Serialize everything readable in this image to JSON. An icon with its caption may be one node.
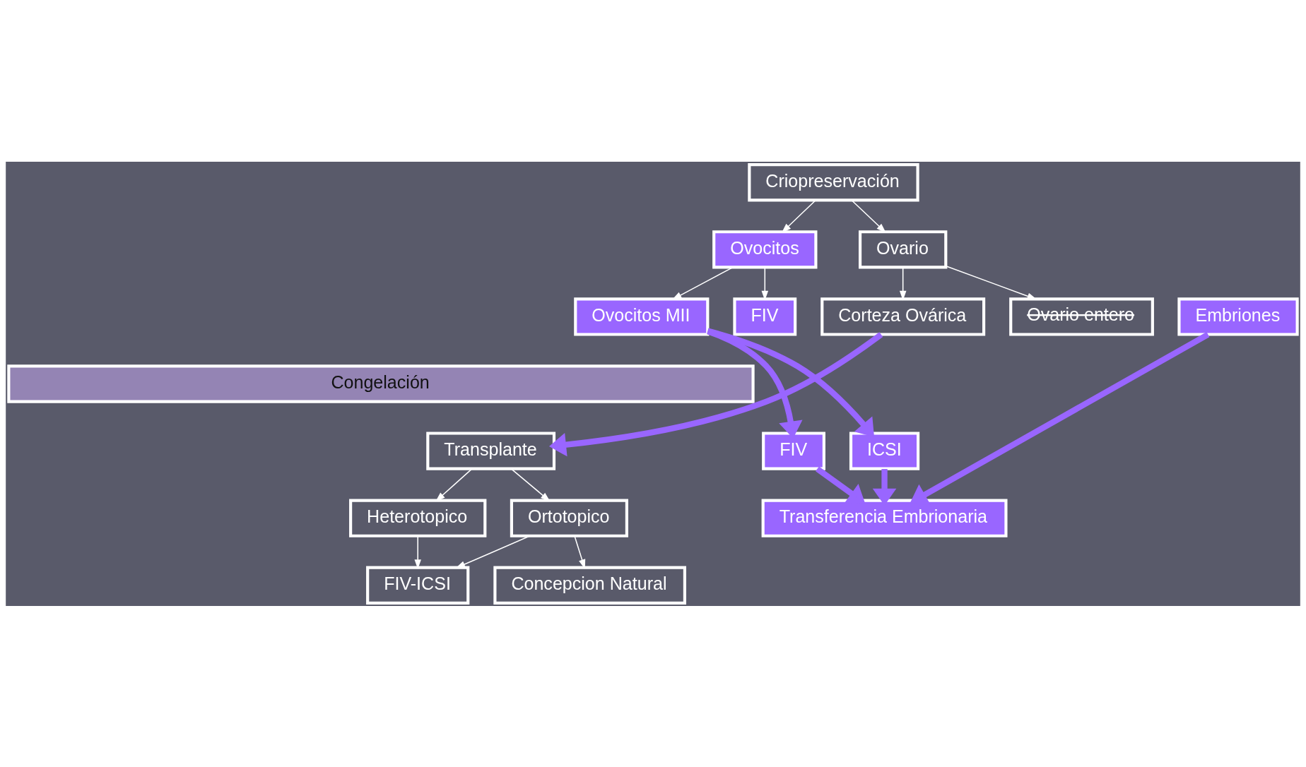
{
  "diagram": {
    "nodes": [
      {
        "text": [
          "Criopreservación"
        ]
      },
      {
        "text": [
          "Ovocitos"
        ]
      },
      {
        "text": [
          "FIV"
        ]
      },
      {
        "text": [
          "Ovario"
        ]
      },
      {
        "text": [
          "Ovocitos MII"
        ]
      },
      {
        "text": [
          "Embriones"
        ]
      },
      {
        "text": [
          "Corteza Ovárica"
        ]
      },
      {
        "text": [
          "Ovario entero"
        ]
      },
      {
        "text": [
          "Congelación"
        ]
      },
      {
        "text": [
          "FIV"
        ]
      },
      {
        "text": [
          "ICSI"
        ]
      },
      {
        "text": [
          "Transplante"
        ]
      },
      {
        "text": [
          "Transferencia Embrionaria"
        ]
      },
      {
        "text": [
          "Heterotopico"
        ]
      },
      {
        "text": [
          "Ortotopico"
        ]
      },
      {
        "text": [
          "FIV-ICSI"
        ]
      },
      {
        "text": [
          "Concepcion Natural"
        ]
      }
    ],
    "edges": [
      {
        "from": 0,
        "to": 1,
        "arrow": "to"
      },
      {
        "from": 0,
        "to": 3,
        "arrow": "to"
      },
      {
        "from": 1,
        "to": 4,
        "arrow": "to"
      },
      {
        "from": 1,
        "to": 2,
        "arrow": "to"
      },
      {
        "from": 3,
        "to": 6,
        "arrow": "to"
      },
      {
        "from": 3,
        "to": 7,
        "arrow": "to"
      },
      {
        "from": 4,
        "to": 9,
        "arrow": "to",
        "style": "thick",
        "color": "#9966ff"
      },
      {
        "from": 4,
        "to": 10,
        "arrow": "to",
        "style": "thick",
        "color": "#9966ff"
      },
      {
        "from": 5,
        "to": 12,
        "arrow": "to",
        "style": "thick",
        "color": "#9966ff"
      },
      {
        "from": 6,
        "to": 11,
        "arrow": "to",
        "style": "thick",
        "color": "#9966ff"
      },
      {
        "from": 9,
        "to": 12,
        "arrow": "to",
        "style": "thick",
        "color": "#9966ff"
      },
      {
        "from": 10,
        "to": 12,
        "arrow": "to",
        "style": "thick",
        "color": "#9966ff"
      },
      {
        "from": 11,
        "to": 13,
        "arrow": "to"
      },
      {
        "from": 11,
        "to": 14,
        "arrow": "to"
      },
      {
        "from": 13,
        "to": 15,
        "arrow": "to"
      },
      {
        "from": 14,
        "to": 15,
        "arrow": "to"
      },
      {
        "from": 14,
        "to": 16,
        "arrow": "to"
      }
    ]
  }
}
